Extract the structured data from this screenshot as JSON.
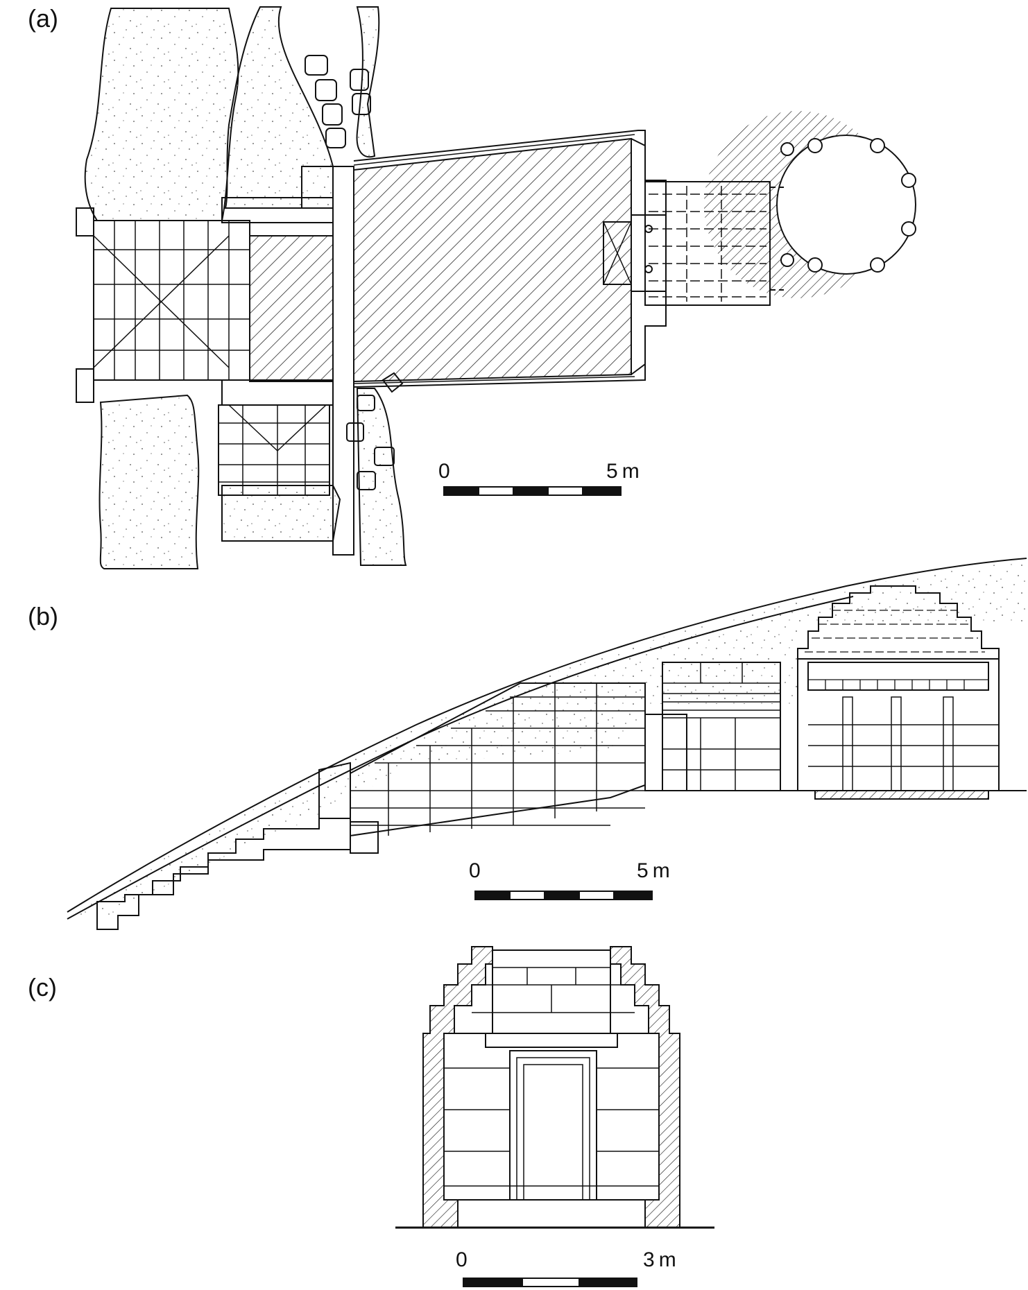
{
  "panels": [
    {
      "label": "(a)",
      "scale": {
        "start": "0",
        "end": "5 m"
      }
    },
    {
      "label": "(b)",
      "scale": {
        "start": "0",
        "end": "5 m"
      }
    },
    {
      "label": "(c)",
      "scale": {
        "start": "0",
        "end": "3 m"
      }
    }
  ],
  "colors": {
    "ink": "#111111",
    "paper": "#ffffff",
    "stipple": "#777777"
  }
}
